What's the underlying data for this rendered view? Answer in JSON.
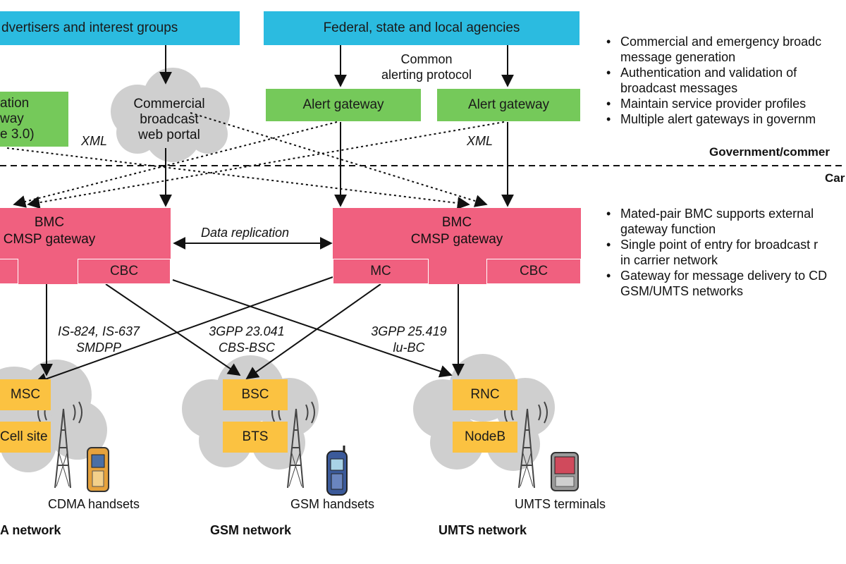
{
  "sources": {
    "advertisers": "dvertisers and interest groups",
    "agencies": "Federal, state and local agencies"
  },
  "cap_label": [
    "Common",
    "alerting protocol"
  ],
  "portal": [
    "Commercial",
    "broadcast",
    "web portal"
  ],
  "left_green": [
    "ation",
    "way",
    "e 3.0)"
  ],
  "gateway1": "Alert gateway",
  "gateway2": "Alert gateway",
  "xml_left": "XML",
  "xml_right": "XML",
  "top_bullets": [
    "Commercial and emergency broadc",
    "message generation",
    "Authentication and validation of",
    "broadcast messages",
    "Maintain service provider profiles",
    "Multiple alert gateways in governm"
  ],
  "boundary_gov": "Government/commer",
  "boundary_car": "Car",
  "bmc_left": [
    "BMC",
    "CMSP gateway"
  ],
  "bmc_right": [
    "BMC",
    "CMSP gateway"
  ],
  "data_replication": "Data replication",
  "cbc_left": "CBC",
  "mc_right": "MC",
  "cbc_right": "CBC",
  "mid_bullets": [
    "Mated-pair BMC supports external",
    "gateway function",
    "Single point of entry for broadcast r",
    "in carrier network",
    "Gateway for message delivery to CD",
    "GSM/UMTS networks"
  ],
  "protocols": {
    "p1": [
      "IS-824, IS-637",
      "SMDPP"
    ],
    "p2": [
      "3GPP 23.041",
      "CBS-BSC"
    ],
    "p3": [
      "3GPP 25.419",
      "lu-BC"
    ]
  },
  "cdma": {
    "msc": "MSC",
    "cell": "Cell site",
    "handsets": "CDMA handsets",
    "network": "A network"
  },
  "gsm": {
    "bsc": "BSC",
    "bts": "BTS",
    "handsets": "GSM handsets",
    "network": "GSM network"
  },
  "umts": {
    "rnc": "RNC",
    "nodeb": "NodeB",
    "terminals": "UMTS terminals",
    "network": "UMTS network"
  },
  "colors": {
    "blue": "#2bbbe0",
    "green": "#75c95a",
    "pink": "#f0607f",
    "yellow": "#fbc241",
    "cloud": "#d0d0d0"
  }
}
